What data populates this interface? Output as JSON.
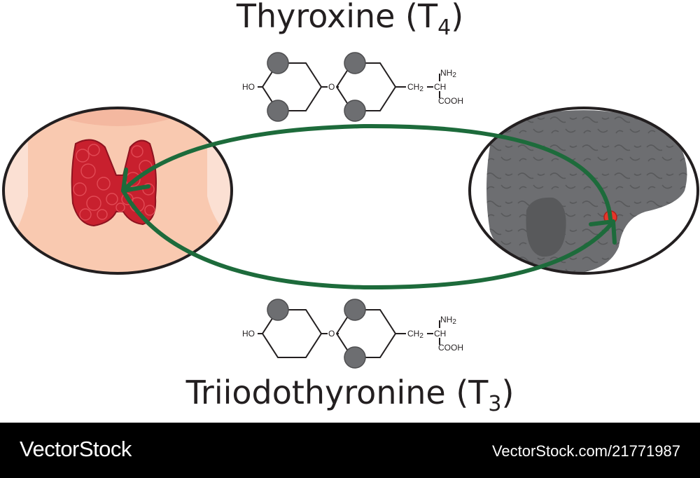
{
  "title_top": {
    "name": "Thyroxine (T",
    "subscript": "4",
    "suffix": ")"
  },
  "title_bottom": {
    "name": "Triiodothyronine (T",
    "subscript": "3",
    "suffix": ")"
  },
  "molecule": {
    "ho": "HO",
    "o": "O",
    "ch2": "CH",
    "ch2_sub": "2",
    "ch": "CH",
    "nh2": "NH",
    "nh2_sub": "2",
    "cooh": "COOH"
  },
  "footer": {
    "brand": "VectorStock",
    "credit": "VectorStock.com/21771987"
  },
  "colors": {
    "arrow": "#1d6b3b",
    "thyroid": "#c8202e",
    "skin": "#f9c9b0",
    "pituitary": "#6d6e71",
    "iodine_atom": "#6d6e71",
    "marker": "#e8362a"
  }
}
